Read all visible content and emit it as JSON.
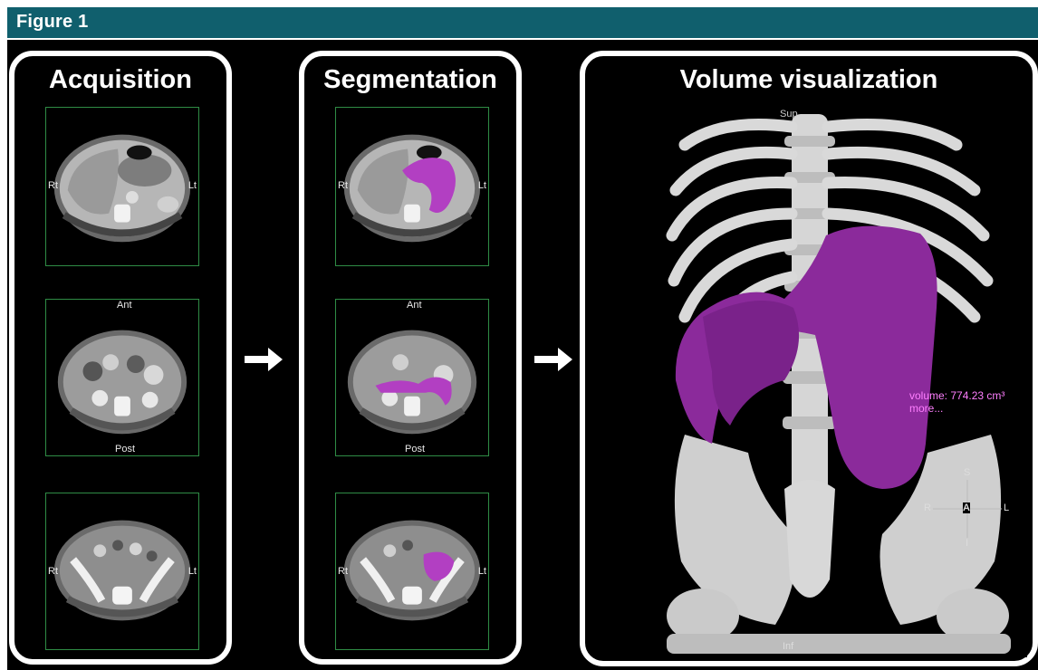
{
  "figure": {
    "label": "Figure 1",
    "header_color": "#105f6d"
  },
  "panels": {
    "acquisition": {
      "title": "Acquisition"
    },
    "segmentation": {
      "title": "Segmentation"
    },
    "visualization": {
      "title": "Volume visualization"
    }
  },
  "slice_labels": {
    "right": "Rt",
    "left": "Lt",
    "anterior": "Ant",
    "posterior": "Post"
  },
  "volume": {
    "sup_label": "Sup",
    "inf_label": "Inf",
    "volume_text": "volume: 774.23 cm³",
    "more_text": "more...",
    "segmentation_color": "#8b2a9b"
  },
  "orientation": {
    "superior": "S",
    "inferior": "I",
    "right": "R",
    "left": "L",
    "anterior": "A"
  },
  "icons": [
    "arrow-right-icon"
  ]
}
